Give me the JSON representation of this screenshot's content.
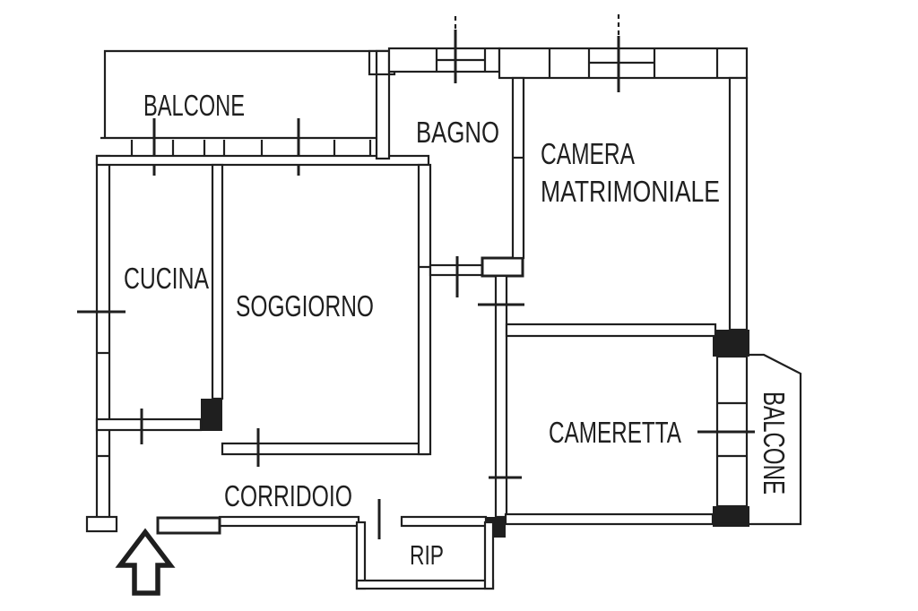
{
  "plan": {
    "type": "apartment-floor-plan",
    "labels": {
      "balcone_top": "BALCONE",
      "cucina": "CUCINA",
      "soggiorno": "SOGGIORNO",
      "bagno": "BAGNO",
      "camera_matrimoniale_line1": "CAMERA",
      "camera_matrimoniale_line2": "MATRIMONIALE",
      "cameretta": "CAMERETTA",
      "corridoio": "CORRIDOIO",
      "rip": "RIP",
      "balcone_right": "BALCONE"
    },
    "colors": {
      "ink": "#1f1f1f",
      "paper": "#ffffff"
    }
  }
}
